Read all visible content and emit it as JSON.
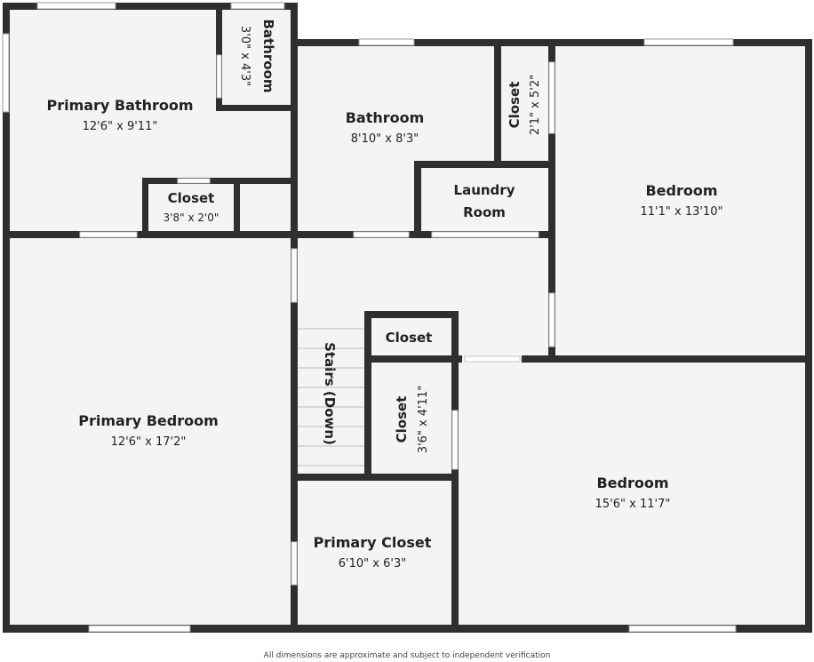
{
  "rooms": {
    "primary_bathroom": {
      "name": "Primary Bathroom",
      "dims": "12'6\" x 9'11\""
    },
    "small_bathroom": {
      "name": "Bathroom",
      "dims": "3'0\" x 4'3\""
    },
    "bathroom": {
      "name": "Bathroom",
      "dims": "8'10\" x 8'3\""
    },
    "closet_top": {
      "name": "Closet",
      "dims": "2'1\" x 5'2\""
    },
    "bedroom_top": {
      "name": "Bedroom",
      "dims": "11'1\" x 13'10\""
    },
    "closet_bath": {
      "name": "Closet",
      "dims": "3'8\" x 2'0\""
    },
    "laundry": {
      "line1": "Laundry",
      "line2": "Room"
    },
    "closet_hall": {
      "name": "Closet"
    },
    "stairs": {
      "name": "Stairs (Down)"
    },
    "closet_mid": {
      "name": "Closet",
      "dims": "3'6\" x 4'11\""
    },
    "primary_bedroom": {
      "name": "Primary Bedroom",
      "dims": "12'6\" x 17'2\""
    },
    "bedroom_bottom": {
      "name": "Bedroom",
      "dims": "15'6\" x 11'7\""
    },
    "primary_closet": {
      "name": "Primary Closet",
      "dims": "6'10\" x 6'3\""
    }
  },
  "footer": "All dimensions are approximate and subject to independent verification",
  "colors": {
    "wall": "#2f2f2f",
    "floor": "#f4f4f4",
    "opening": "#ffffff"
  }
}
